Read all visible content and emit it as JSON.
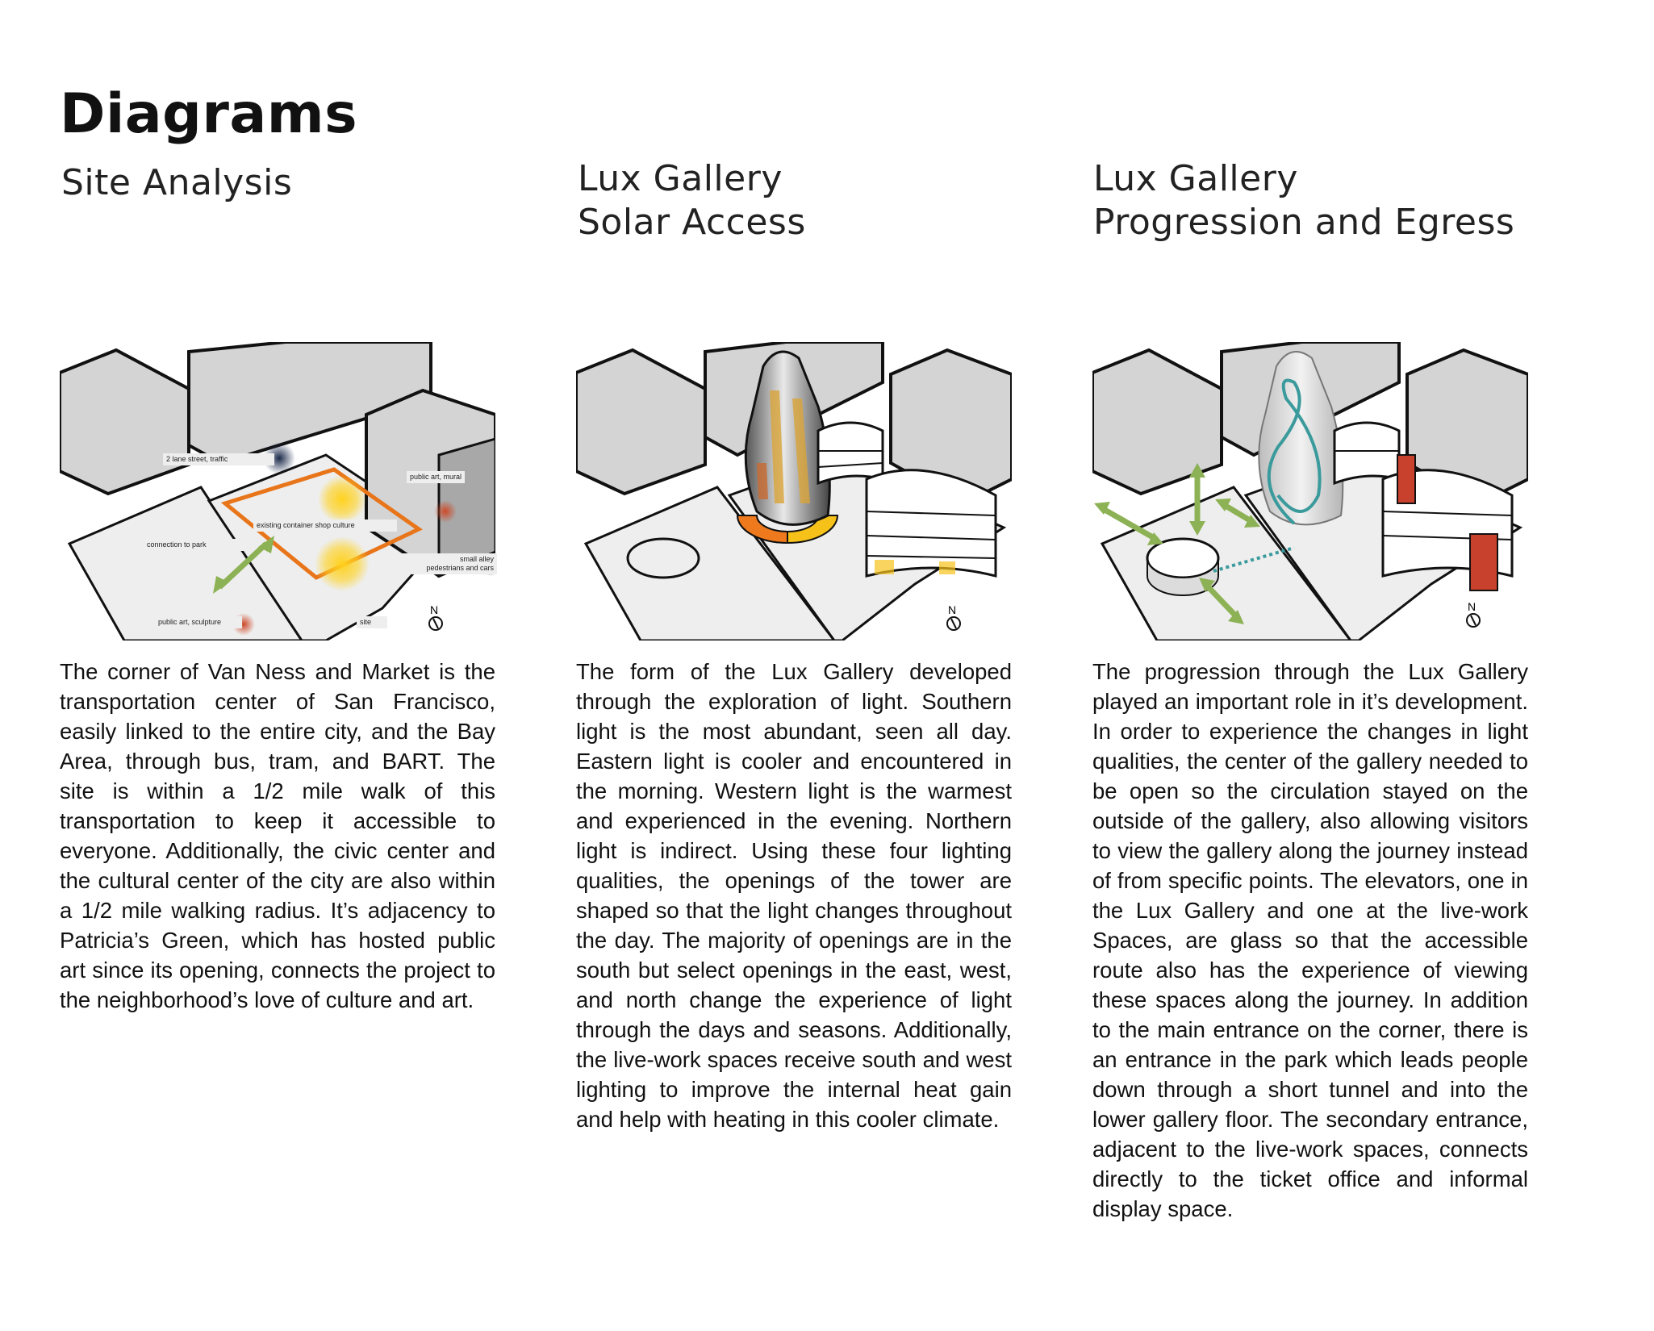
{
  "page": {
    "title": "Diagrams"
  },
  "columns": [
    {
      "title_lines": [
        "Site Analysis"
      ],
      "labels": {
        "street": "2 lane street, traffic",
        "mural": "public art, mural",
        "container": "existing container shop culture",
        "park": "connection to park",
        "alley_1": "small alley",
        "alley_2": "pedestrians and cars",
        "sculpture": "public art, sculpture",
        "site": "site"
      },
      "north_label": "N",
      "body": "The corner of Van Ness and Market is the transportation center of San Francisco, easily linked to the entire city, and the Bay Area, through bus, tram, and BART. The site is within a 1/2 mile walk of this transportation to keep it accessible to everyone. Additionally, the civic center and the cultural center of the city are also within a 1/2 mile walking radius. It’s adjacency to Patricia’s Green, which has hosted public art since its opening, connects the project to the neighborhood’s love of culture and art."
    },
    {
      "title_lines": [
        "Lux Gallery",
        "Solar Access"
      ],
      "north_label": "N",
      "body": "The form of the Lux Gallery developed through the exploration of light. Southern light is the most abundant, seen all day. Eastern light is cooler and encountered in the morning. Western light is the warmest and experienced in the evening. Northern light is indirect. Using these four lighting qualities, the openings of the tower are shaped so that the light changes throughout the day. The majority of openings are in the south but select openings in the east, west, and north change the experience of light through the days and seasons. Additionally, the live-work spaces receive south and west lighting to improve the internal heat gain and help with heating in this cooler climate."
    },
    {
      "title_lines": [
        "Lux Gallery",
        "Progression and Egress"
      ],
      "north_label": "N",
      "body": "The progression through the Lux Gallery played an important role in it’s development. In order to experience the changes in light qualities, the center of the gallery needed to be open so the circulation stayed on the outside of the gallery, also allowing visitors to view the gallery along the journey instead of from specific points. The elevators, one in the Lux Gallery and one at the live-work Spaces, are glass so that the accessible route also has the experience of viewing these spaces along the journey. In addition to the main entrance on the corner, there is an entrance in the park which leads people down through a short tunnel and into the lower gallery floor. The secondary entrance, adjacent to the live-work spaces, connects directly to the ticket office and informal display space."
    }
  ],
  "colors": {
    "block_fill": "#d4d4d4",
    "block_side": "#a8a8a8",
    "ground": "#eeeeee",
    "outline": "#111111",
    "site_outline": "#e8751a",
    "sun": "#ffd21f",
    "traffic": "#1b2a4a",
    "art": "#cc4a2a",
    "arrow_green": "#8db255",
    "circulation_teal": "#3a9a9c",
    "solar_orange": "#ef7a1e",
    "solar_yellow": "#f6c21a",
    "elevator_red": "#c8412c"
  }
}
